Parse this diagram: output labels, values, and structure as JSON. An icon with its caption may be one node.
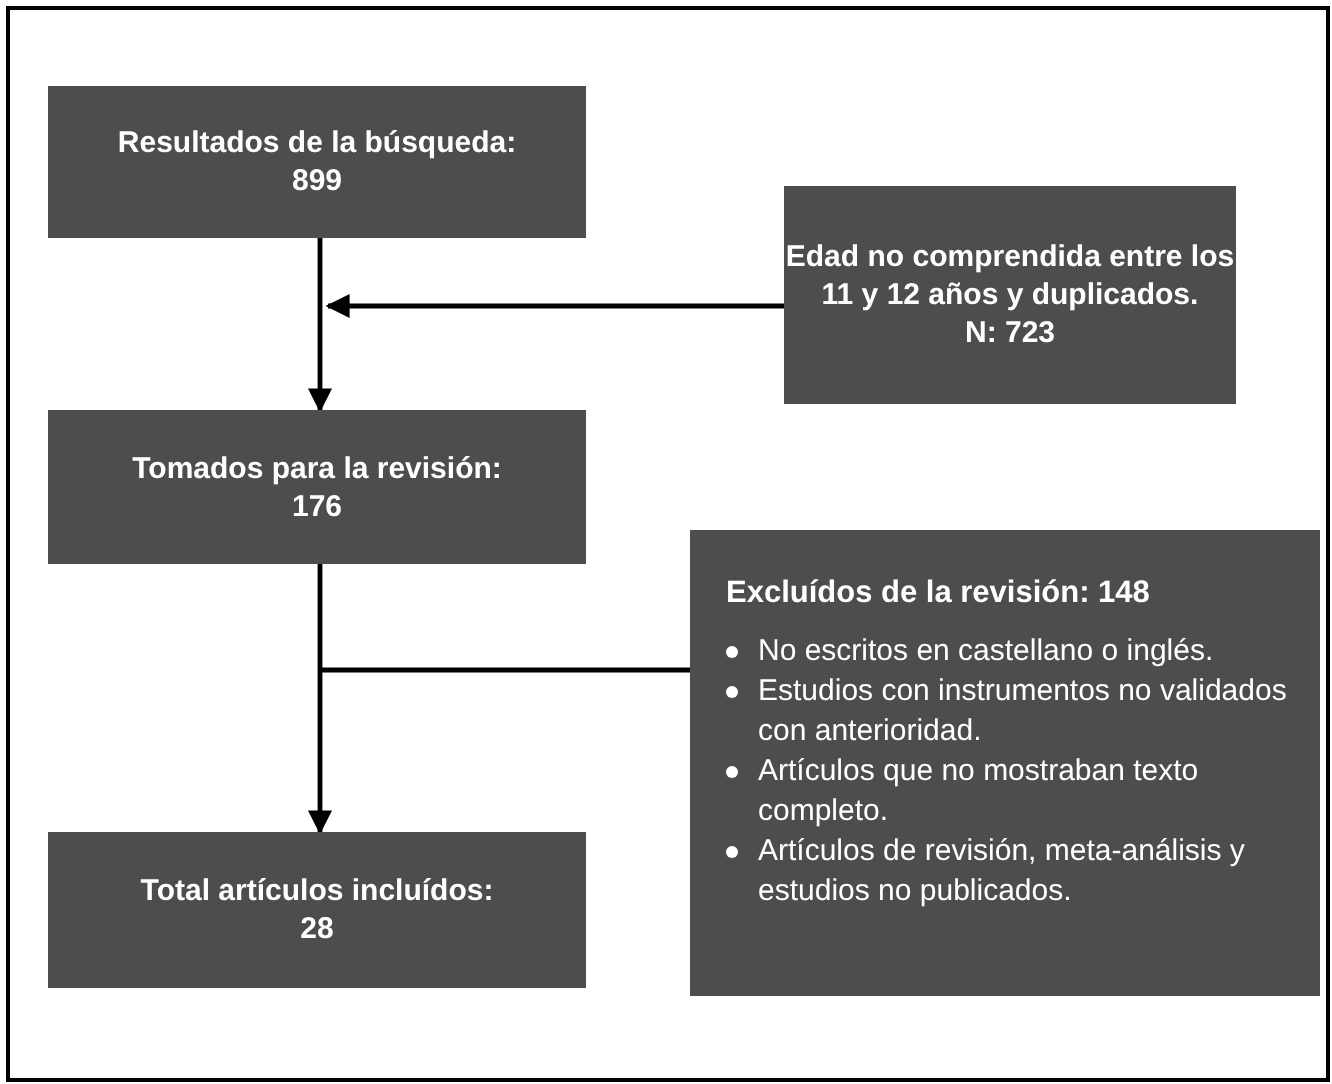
{
  "diagram": {
    "nodes": [
      {
        "text": [
          "Resultados de la búsqueda:",
          "899"
        ]
      },
      {
        "text": [
          "Edad no comprendida entre los 11 y 12 años y duplicados.",
          "N: 723"
        ]
      },
      {
        "text": [
          "Tomados para la revisión:",
          "176"
        ]
      },
      {
        "text": [
          "Excluídos de la revisión: 148",
          "No escritos en castellano o inglés.",
          "Estudios con instrumentos no validados con anterioridad.",
          "Artículos que no mostraban texto completo.",
          "Artículos de revisión, meta-análisis y estudios no publicados."
        ]
      },
      {
        "text": [
          "Total artículos incluídos:",
          "28"
        ]
      }
    ],
    "edges": [
      {
        "from": 0,
        "to": 2,
        "arrow": "to"
      },
      {
        "from": 1,
        "to": null,
        "arrow": "to"
      },
      {
        "from": 2,
        "to": 4,
        "arrow": "to"
      },
      {
        "from": 3,
        "to": null,
        "arrow": "none"
      }
    ]
  }
}
